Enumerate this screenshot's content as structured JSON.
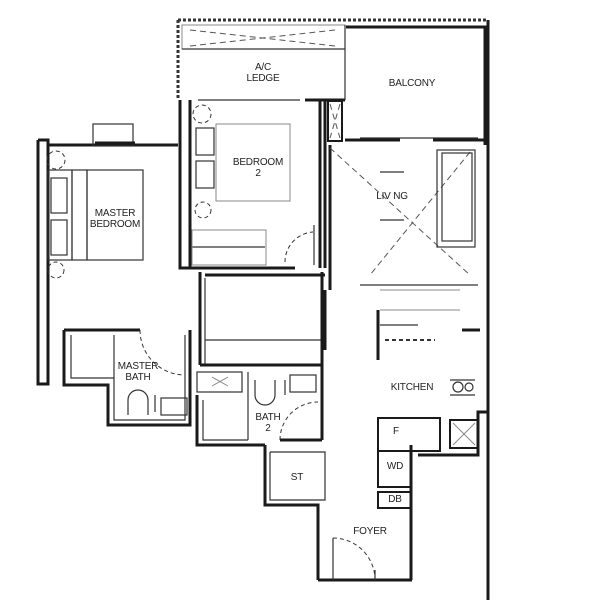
{
  "floor_plan": {
    "rooms": {
      "ac_ledge": "A/C\nLEDGE",
      "balcony": "BALCONY",
      "bedroom_2": "BEDROOM\n2",
      "master_bedroom": "MASTER\nBEDROOM",
      "living": "LIV NG",
      "master_bath": "MASTER\nBATH",
      "kitchen": "KITCHEN",
      "bath_2": "BATH\n2",
      "fridge": "F",
      "washer_dryer": "WD",
      "db": "DB",
      "store": "ST",
      "foyer": "FOYER"
    },
    "colors": {
      "wall": "#1a1a1a",
      "background": "#ffffff"
    }
  }
}
